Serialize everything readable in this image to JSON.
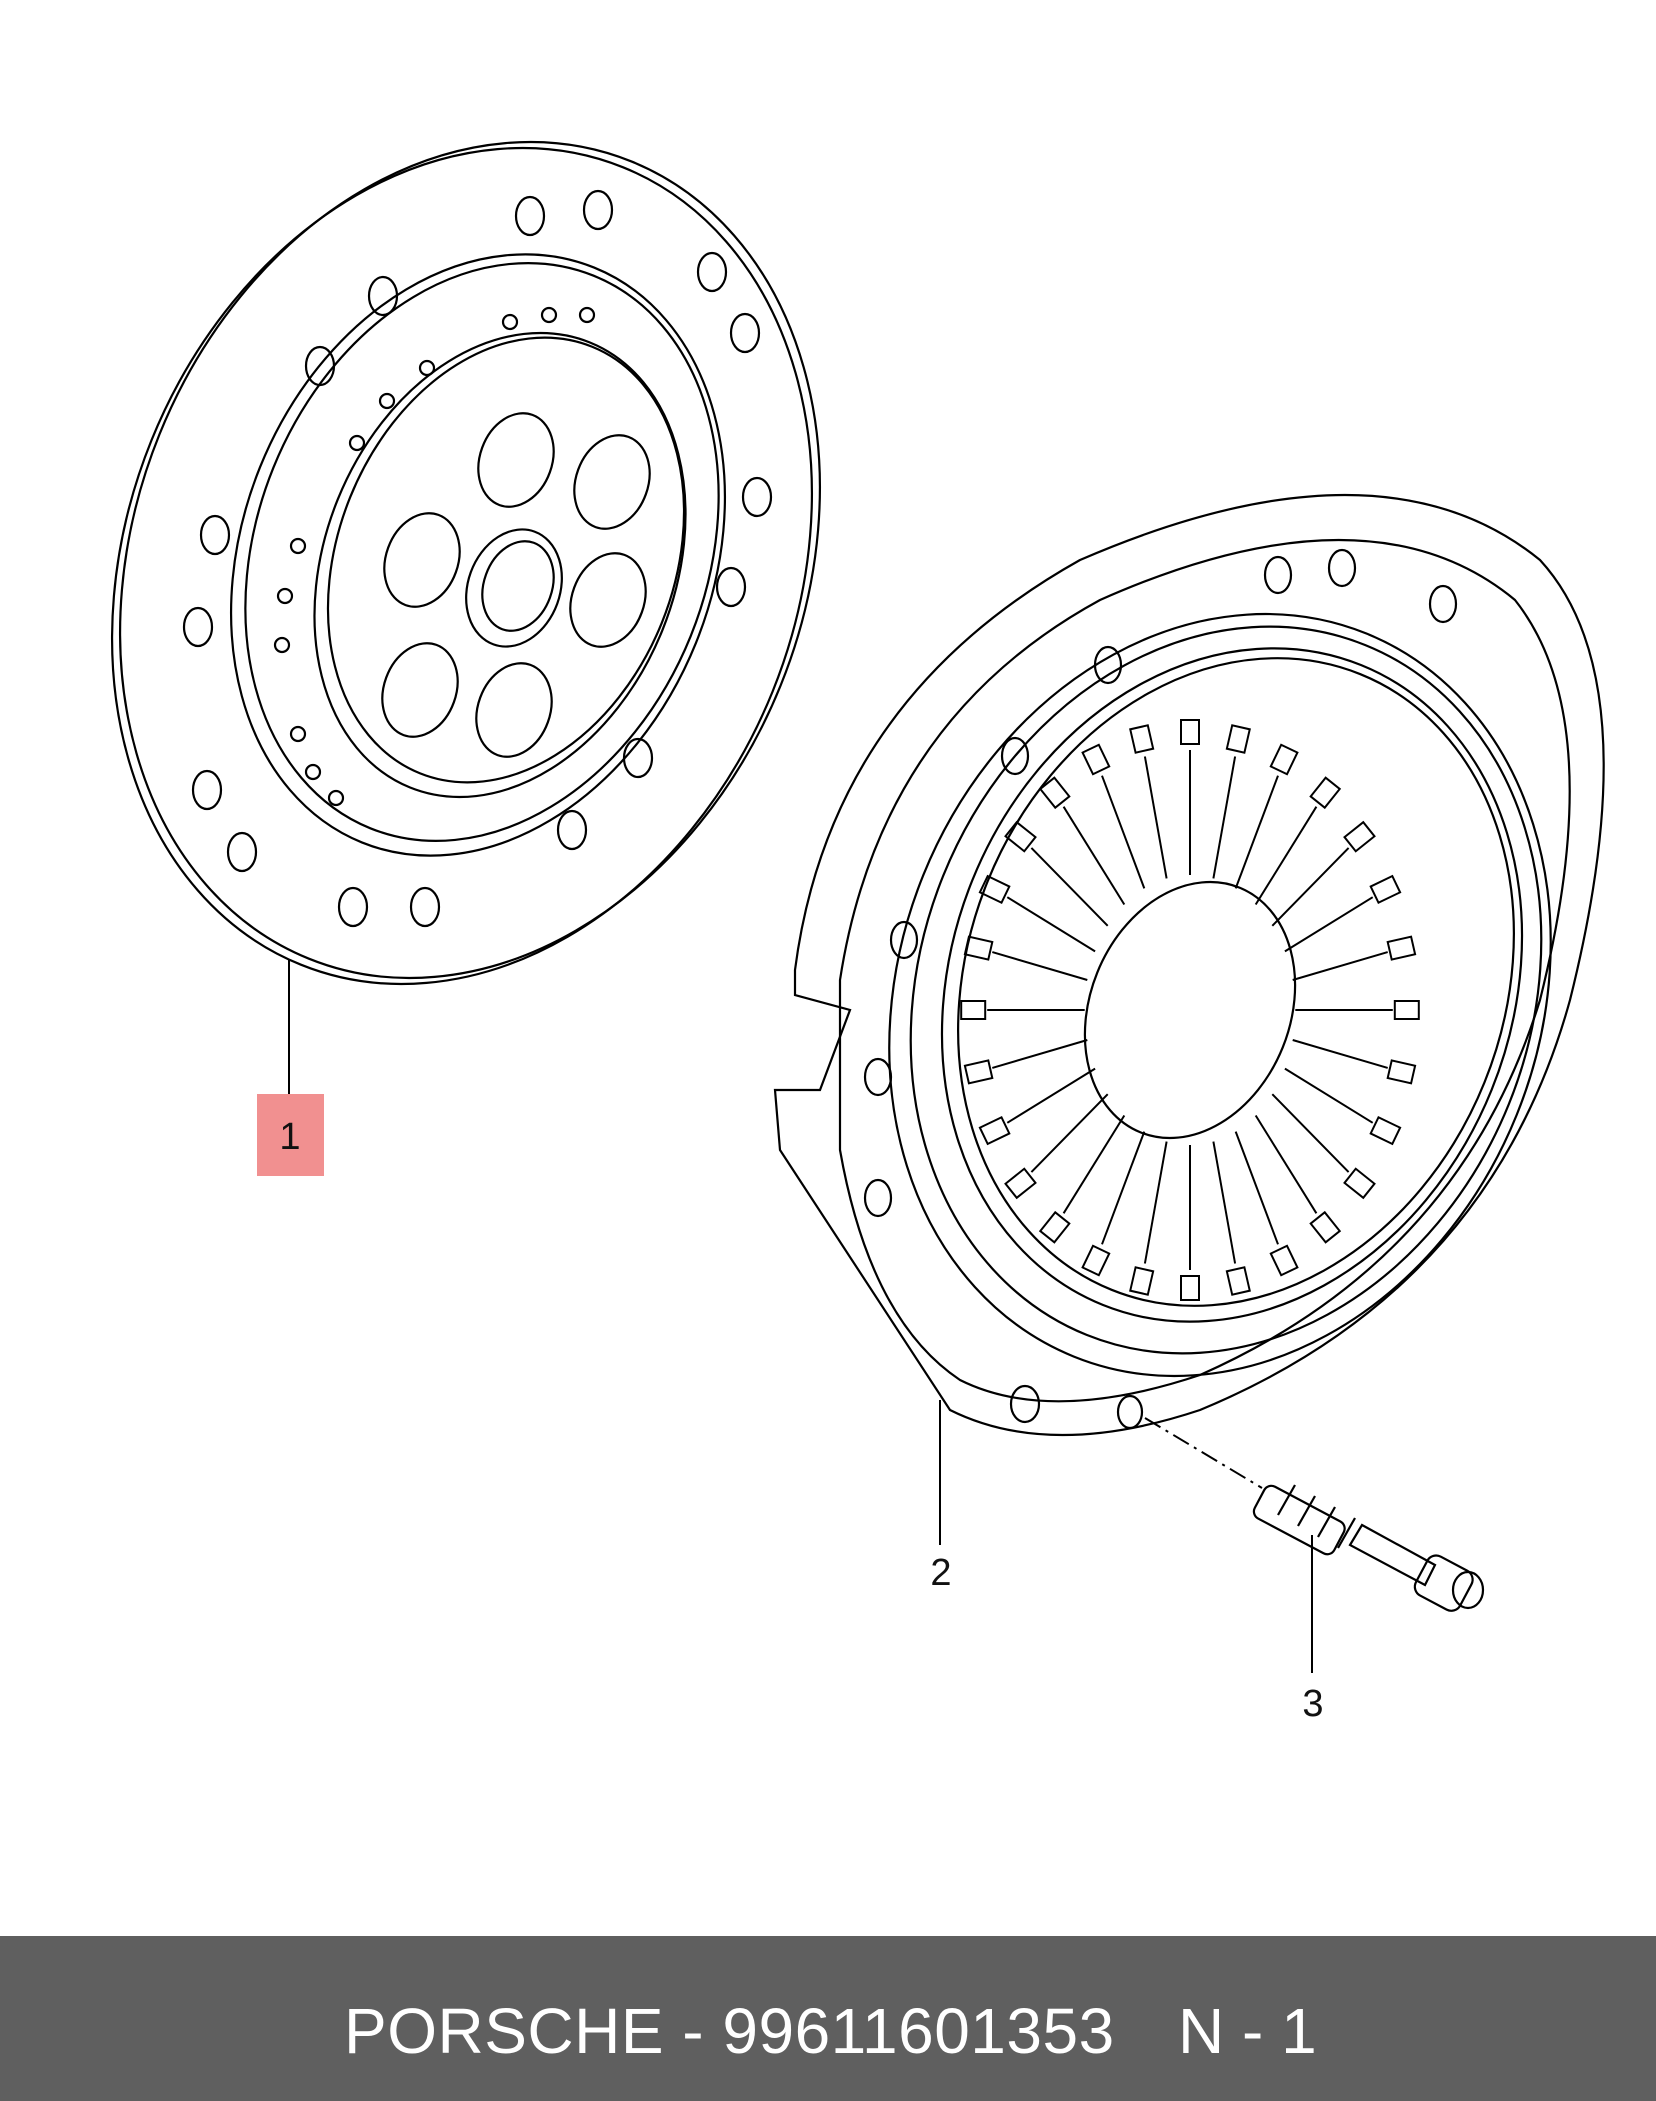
{
  "callouts": [
    {
      "id": "1",
      "label": "1",
      "highlighted": true
    },
    {
      "id": "2",
      "label": "2",
      "highlighted": false
    },
    {
      "id": "3",
      "label": "3",
      "highlighted": false
    }
  ],
  "footer": {
    "brand_part": "PORSCHE - 99611601353",
    "quantity": "N - 1"
  },
  "colors": {
    "line": "#000000",
    "highlight": "#f08a8a",
    "footer_bg": "#5f5f5f",
    "footer_text": "#ffffff"
  }
}
